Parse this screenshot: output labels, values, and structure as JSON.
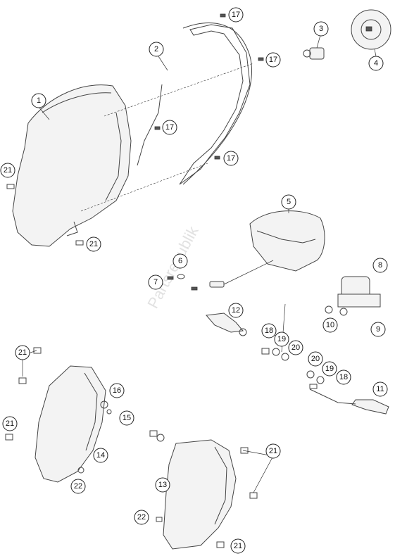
{
  "watermark": "Partsrepublik",
  "callouts": [
    {
      "label": "1"
    },
    {
      "label": "2"
    },
    {
      "label": "3"
    },
    {
      "label": "4"
    },
    {
      "label": "5"
    },
    {
      "label": "6"
    },
    {
      "label": "7"
    },
    {
      "label": "8"
    },
    {
      "label": "9"
    },
    {
      "label": "10"
    },
    {
      "label": "11"
    },
    {
      "label": "12"
    },
    {
      "label": "13"
    },
    {
      "label": "14"
    },
    {
      "label": "15"
    },
    {
      "label": "16"
    },
    {
      "label": "17"
    },
    {
      "label": "17"
    },
    {
      "label": "17"
    },
    {
      "label": "17"
    },
    {
      "label": "18"
    },
    {
      "label": "18"
    },
    {
      "label": "19"
    },
    {
      "label": "19"
    },
    {
      "label": "20"
    },
    {
      "label": "20"
    },
    {
      "label": "21"
    },
    {
      "label": "21"
    },
    {
      "label": "21"
    },
    {
      "label": "21"
    },
    {
      "label": "21"
    },
    {
      "label": "21"
    },
    {
      "label": "22"
    },
    {
      "label": "22"
    }
  ]
}
